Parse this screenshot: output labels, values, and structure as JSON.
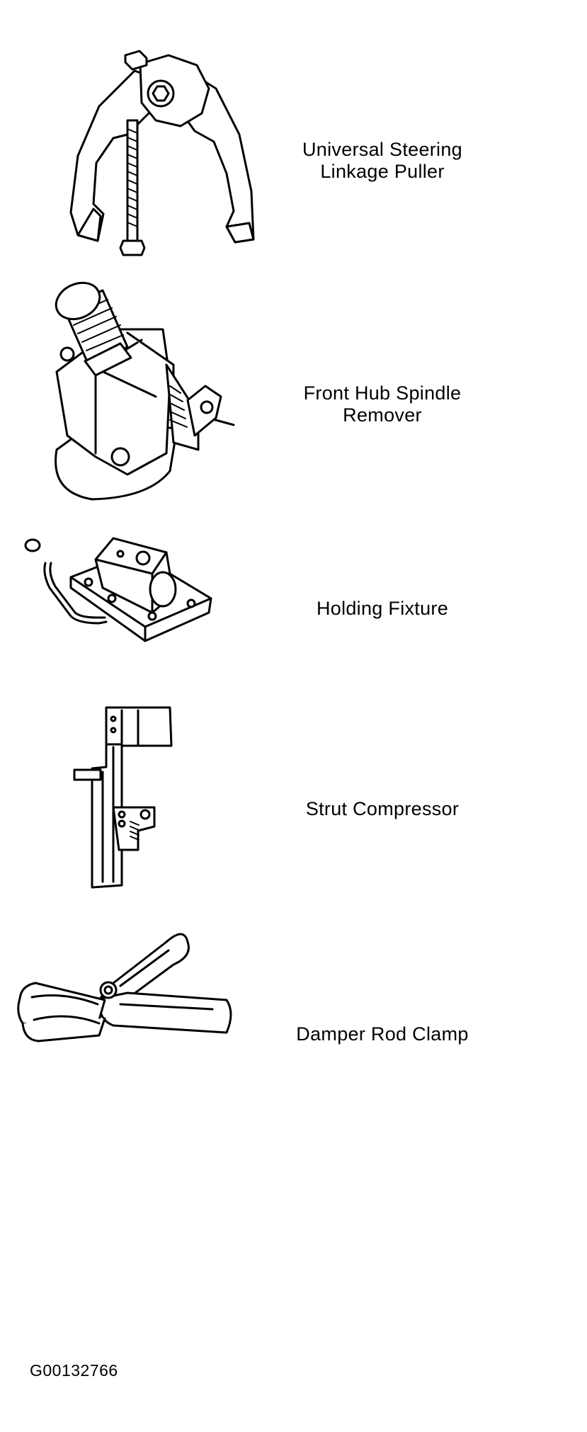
{
  "figure_code": "G00132766",
  "tools": [
    {
      "icon": "steering-linkage-puller",
      "label_lines": [
        "Universal Steering",
        "Linkage Puller"
      ]
    },
    {
      "icon": "hub-spindle-remover",
      "label_lines": [
        "Front Hub Spindle",
        "Remover"
      ]
    },
    {
      "icon": "holding-fixture",
      "label_lines": [
        "Holding Fixture"
      ]
    },
    {
      "icon": "strut-compressor",
      "label_lines": [
        "Strut Compressor"
      ]
    },
    {
      "icon": "damper-rod-clamp",
      "label_lines": [
        "Damper Rod Clamp"
      ]
    }
  ]
}
